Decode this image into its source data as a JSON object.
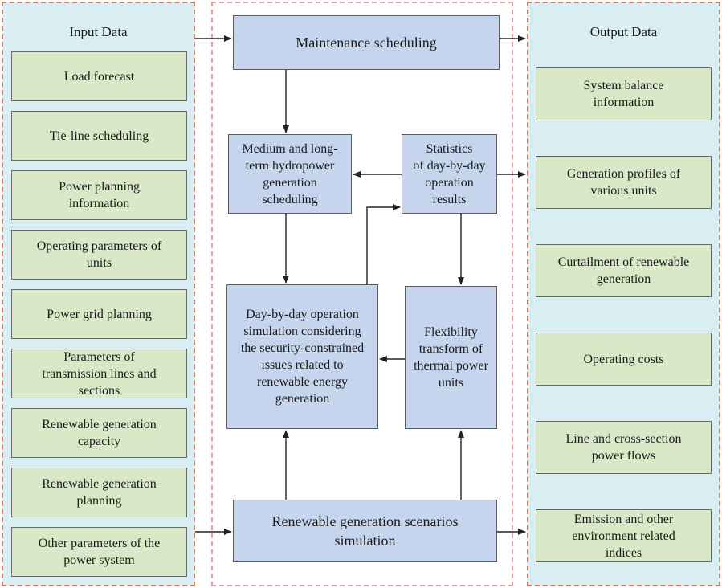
{
  "input_panel": {
    "title": "Input Data",
    "items": [
      "Load forecast",
      "Tie-line scheduling",
      "Power planning\ninformation",
      "Operating parameters of\nunits",
      "Power grid planning",
      "Parameters of\ntransmission lines and\nsections",
      "Renewable generation\ncapacity",
      "Renewable generation\nplanning",
      "Other parameters of the\npower system"
    ]
  },
  "output_panel": {
    "title": "Output Data",
    "items": [
      "System balance\ninformation",
      "Generation profiles of\nvarious units",
      "Curtailment of renewable\ngeneration",
      "Operating costs",
      "Line and cross-section\npower flows",
      "Emission and other\nenvironment related\nindices"
    ]
  },
  "process": {
    "maintenance": "Maintenance  scheduling",
    "hydro": "Medium and long-\nterm hydropower\ngeneration\nscheduling",
    "statistics": "Statistics\nof day-by-day\noperation\nresults",
    "simulation": "Day-by-day operation\nsimulation considering\nthe security-constrained\nissues related to\nrenewable energy\ngeneration",
    "flexibility": "Flexibility\ntransform of\nthermal power\nunits",
    "scenarios": "Renewable generation scenarios\nsimulation"
  },
  "colors": {
    "input_box": "#d9e8c6",
    "process_box": "#c5d5ee",
    "side_panel": "#d9eef2",
    "panel_border": "#e07a5f"
  }
}
